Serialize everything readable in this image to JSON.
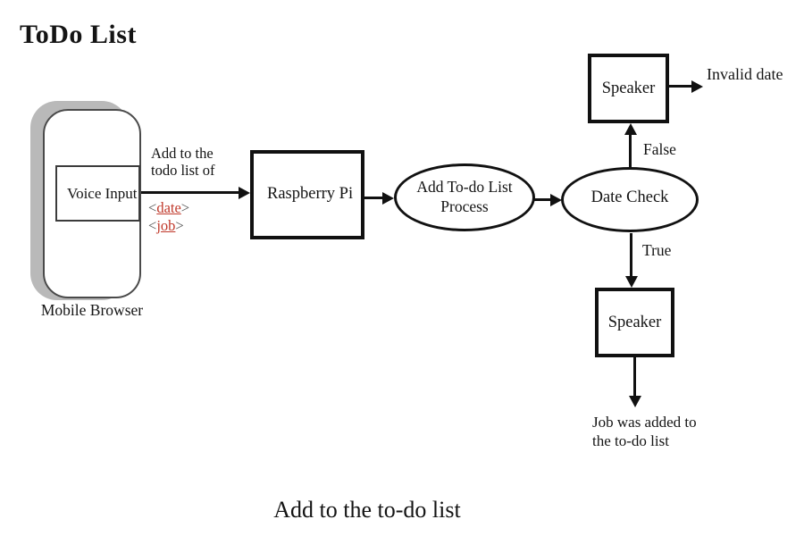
{
  "diagram": {
    "title": "ToDo List",
    "caption": "Add to the to-do list"
  },
  "mobile": {
    "screen_label": "Voice Input",
    "device_label": "Mobile Browser"
  },
  "request": {
    "text": "Add to the todo list of",
    "params": [
      {
        "open": "<",
        "name": "date",
        "close": ">"
      },
      {
        "open": "<",
        "name": "job",
        "close": ">"
      }
    ]
  },
  "nodes": {
    "raspberry_pi": "Raspberry Pi",
    "process": "Add To-do List Process",
    "date_check": "Date Check",
    "speaker_top": "Speaker",
    "speaker_bottom": "Speaker"
  },
  "branches": {
    "false_label": "False",
    "true_label": "True"
  },
  "outputs": {
    "invalid": "Invalid date",
    "success": "Job was added to the to-do list"
  },
  "colors": {
    "line": "#111111",
    "param_red": "#c0392b",
    "bracket_gray": "#5a5a5a",
    "phone_shadow": "#b9b9b9",
    "background": "#ffffff"
  }
}
